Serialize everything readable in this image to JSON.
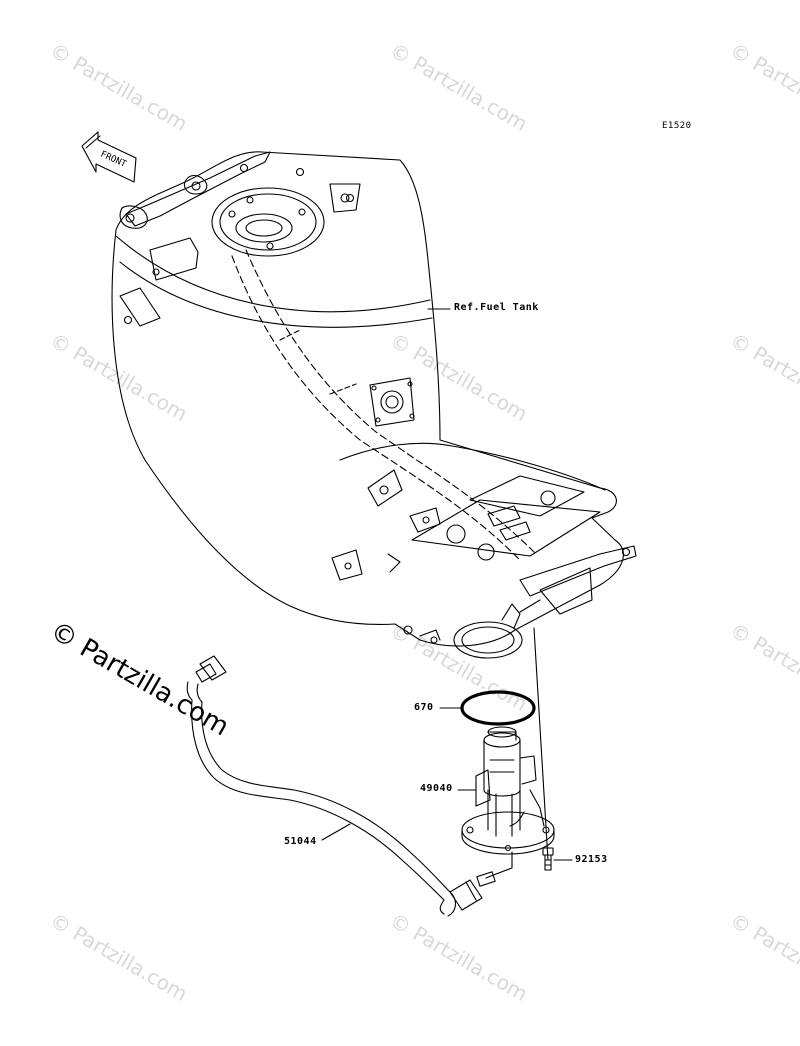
{
  "diagram": {
    "code": "E1520",
    "front_label": "FRONT",
    "parts": [
      {
        "label": "Ref.Fuel Tank"
      },
      {
        "label": "670"
      },
      {
        "label": "49040"
      },
      {
        "label": "51044"
      },
      {
        "label": "92153"
      }
    ]
  },
  "watermark": {
    "text": "© Partzilla.com"
  },
  "icons": [
    "front-arrow-icon"
  ]
}
